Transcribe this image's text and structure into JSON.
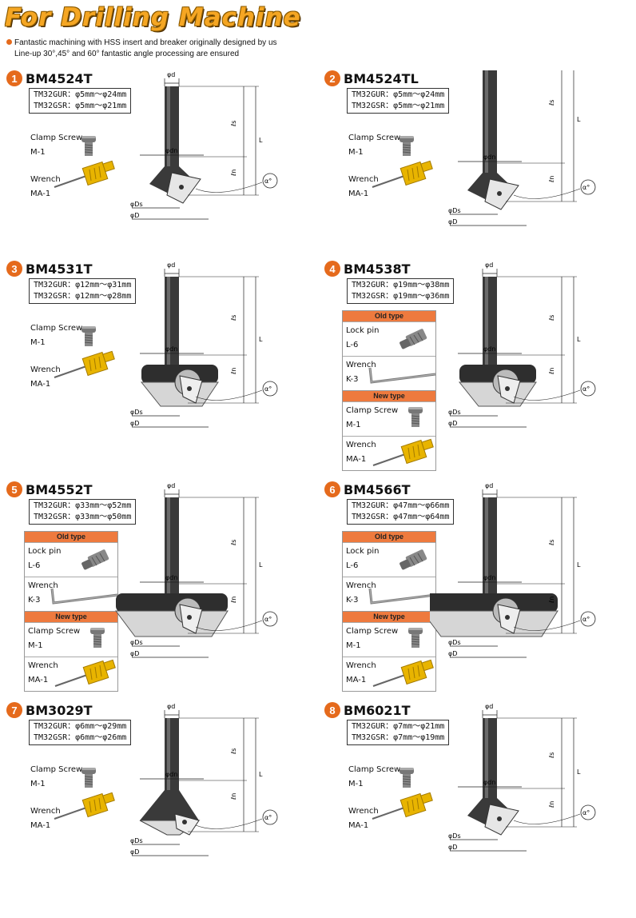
{
  "header": {
    "title": "For Drilling Machine",
    "intro_line1": "Fantastic machining with HSS insert and breaker originally designed by us",
    "intro_line2": "Line-up 30°,45° and 60° fantastic angle processing are ensured"
  },
  "labels": {
    "clamp_screw": "Clamp Screw",
    "m1": "M-1",
    "wrench": "Wrench",
    "ma1": "MA-1",
    "lock_pin": "Lock pin",
    "l6": "L-6",
    "k3": "K-3",
    "old_type": "Old type",
    "new_type": "New type",
    "phi_d": "φd",
    "phi_dn": "φdn",
    "phi_ds": "φDs",
    "phi_D": "φD",
    "ls": "ℓs",
    "L": "L",
    "ln": "ℓn",
    "alpha": "α°"
  },
  "products": [
    {
      "num": "1",
      "model": "BM4524T",
      "gur": "TM32GUR：φ5mm～φ24mm",
      "gsr": "TM32GSR：φ5mm～φ21mm"
    },
    {
      "num": "2",
      "model": "BM4524TL",
      "gur": "TM32GUR：φ5mm～φ24mm",
      "gsr": "TM32GSR：φ5mm～φ21mm"
    },
    {
      "num": "3",
      "model": "BM4531T",
      "gur": "TM32GUR：φ12mm～φ31mm",
      "gsr": "TM32GSR：φ12mm～φ28mm"
    },
    {
      "num": "4",
      "model": "BM4538T",
      "gur": "TM32GUR：φ19mm～φ38mm",
      "gsr": "TM32GSR：φ19mm～φ36mm"
    },
    {
      "num": "5",
      "model": "BM4552T",
      "gur": "TM32GUR：φ33mm～φ52mm",
      "gsr": "TM32GSR：φ33mm～φ50mm"
    },
    {
      "num": "6",
      "model": "BM4566T",
      "gur": "TM32GUR：φ47mm～φ66mm",
      "gsr": "TM32GSR：φ47mm～φ64mm"
    },
    {
      "num": "7",
      "model": "BM3029T",
      "gur": "TM32GUR：φ6mm～φ29mm",
      "gsr": "TM32GSR：φ6mm～φ26mm"
    },
    {
      "num": "8",
      "model": "BM6021T",
      "gur": "TM32GUR：φ7mm～φ21mm",
      "gsr": "TM32GSR：φ7mm～φ19mm"
    }
  ],
  "colors": {
    "accent": "#e56a1c",
    "title": "#f5a623",
    "type_header": "#ee7a3e"
  }
}
